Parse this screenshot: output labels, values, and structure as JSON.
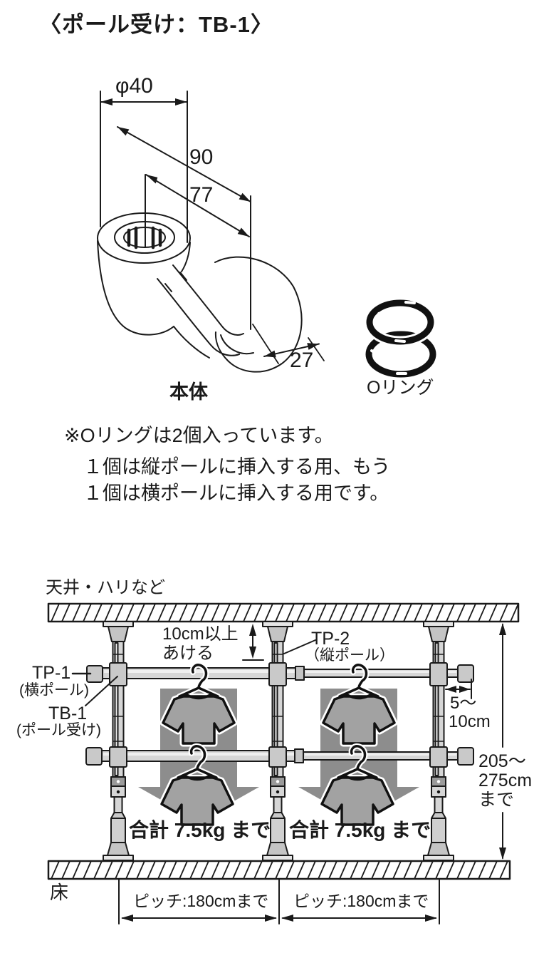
{
  "page": {
    "title": "〈ポール受け：TB-1〉"
  },
  "part_drawing": {
    "dim_diameter": "φ40",
    "dim_length_total": "90",
    "dim_length_inner": "77",
    "dim_width": "27",
    "body_label": "本体",
    "oring_label": "Oリング",
    "note_lines": [
      "※Oリングは2個入っています。",
      "１個は縦ポールに挿入する用、もう",
      "１個は横ポールに挿入する用です。"
    ]
  },
  "installation": {
    "ceiling_label": "天井・ハリなど",
    "floor_label": "床",
    "pole_labels": {
      "tp1": "TP-1",
      "tp1_sub": "(横ポール)",
      "tb1": "TB-1",
      "tb1_sub": "(ポール受け)",
      "tp2": "TP-2",
      "tp2_sub": "（縦ポール）"
    },
    "dimensions": {
      "ceiling_gap_line1": "10cm以上",
      "ceiling_gap_line2": "あける",
      "overhang_line1": "5〜",
      "overhang_line2": "10cm",
      "height_line1": "205〜",
      "height_line2": "275cm",
      "height_line3": "まで",
      "load_limit": "合計 7.5kg まで",
      "pitch": "ピッチ:180cmまで"
    }
  },
  "colors": {
    "line": "#1a1a1a",
    "pole_fill": "#d6d6d6",
    "pole_highlight": "#efefef",
    "cap_fill": "#c4c4c4",
    "joint_fill": "#c9c9c9",
    "arrow_gray": "#8d8d8d",
    "shirt_gray": "#a2a2a2",
    "background": "#ffffff"
  }
}
